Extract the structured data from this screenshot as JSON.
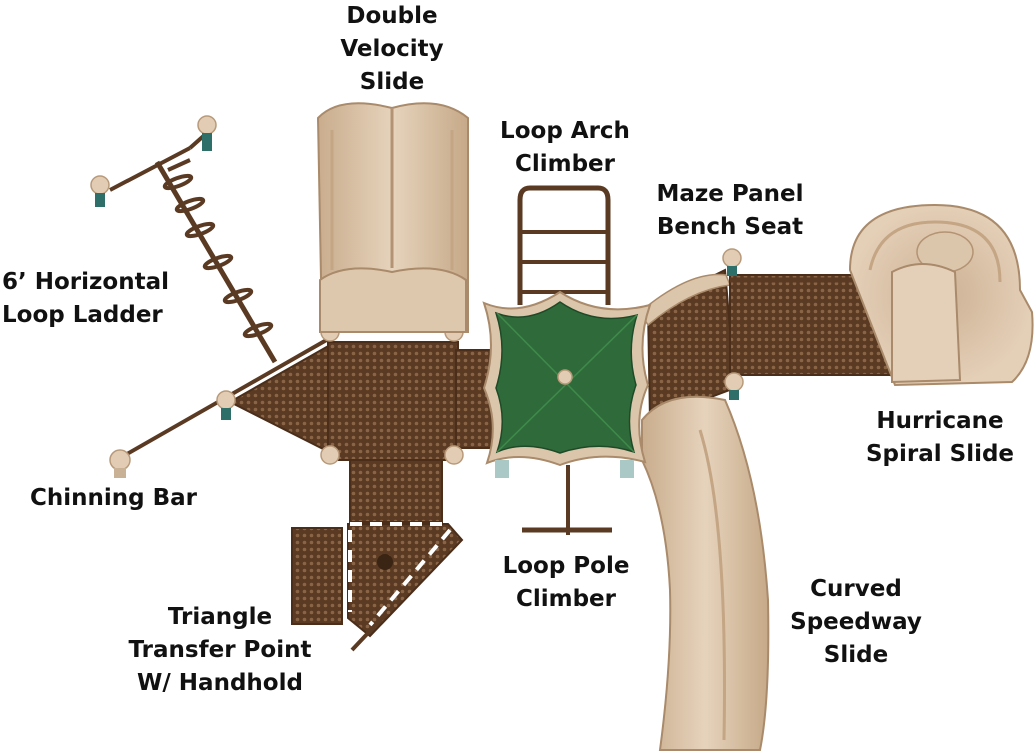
{
  "colors": {
    "tan": "#d9c2a6",
    "tan_dark": "#bfa283",
    "tan_light": "#e8d6c1",
    "brown": "#5a3a22",
    "brown_mesh": "#6b4528",
    "green": "#2f6b3a",
    "green_light": "#3f8a4a",
    "teal": "#2f6f6a"
  },
  "labels": {
    "double_velocity_slide": [
      "Double",
      "Velocity",
      "Slide"
    ],
    "loop_arch_climber": [
      "Loop Arch",
      "Climber"
    ],
    "maze_panel_bench_seat": [
      "Maze Panel",
      "Bench Seat"
    ],
    "horizontal_loop_ladder": [
      "6’ Horizontal",
      "Loop Ladder"
    ],
    "hurricane_spiral_slide": [
      "Hurricane",
      "Spiral Slide"
    ],
    "chinning_bar": [
      "Chinning Bar"
    ],
    "loop_pole_climber": [
      "Loop Pole",
      "Climber"
    ],
    "curved_speedway_slide": [
      "Curved",
      "Speedway",
      "Slide"
    ],
    "triangle_transfer_point": [
      "Triangle",
      "Transfer Point",
      "W/ Handhold"
    ]
  }
}
